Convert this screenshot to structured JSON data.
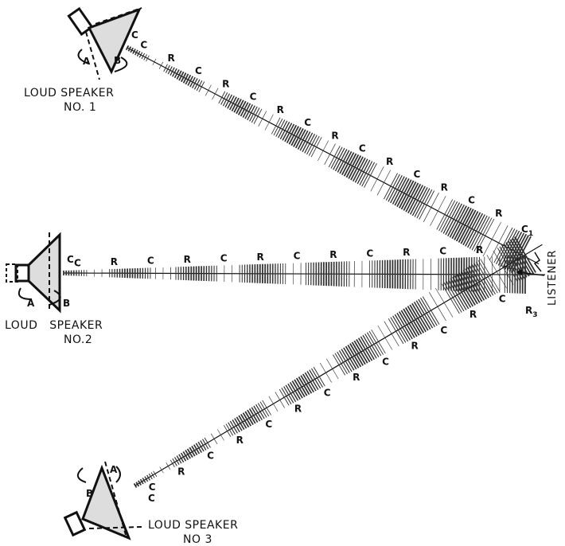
{
  "diagram": {
    "speakers": [
      {
        "id": "1",
        "caption_line1": "LOUD SPEAKER",
        "caption_line2": "NO. 1",
        "label_a": "A",
        "label_b": "B",
        "label_c": "C"
      },
      {
        "id": "2",
        "caption_line1": "LOUD   SPEAKER",
        "caption_line2": "NO.2",
        "label_a": "A",
        "label_b": "B",
        "label_c": "C"
      },
      {
        "id": "3",
        "caption_line1": "LOUD SPEAKER",
        "caption_line2": "NO 3",
        "label_a": "A",
        "label_b": "B",
        "label_c": "C"
      }
    ],
    "listener_label": "LISTENER",
    "compression_label": "C",
    "rarefaction_label": "R",
    "convergence_labels": {
      "c1": "C",
      "c1_sub": "1",
      "r3": "R",
      "r3_sub": "3"
    },
    "beam_sequences": {
      "beam1": [
        "C",
        "R",
        "C",
        "R",
        "C",
        "R",
        "C",
        "R",
        "C",
        "R",
        "C",
        "R",
        "C",
        "R"
      ],
      "beam2": [
        "C",
        "R",
        "C",
        "R",
        "C",
        "R",
        "C",
        "R",
        "C",
        "R",
        "C",
        "R"
      ],
      "beam3": [
        "C",
        "R",
        "C",
        "R",
        "C",
        "R",
        "C",
        "R",
        "C",
        "R",
        "C",
        "R",
        "C"
      ]
    },
    "colors": {
      "ink": "#111111",
      "wave": "#333333",
      "background": "#ffffff"
    }
  }
}
